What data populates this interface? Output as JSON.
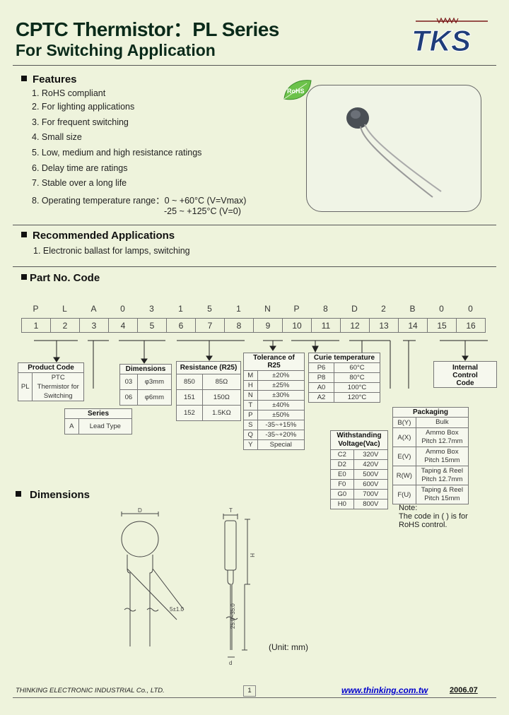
{
  "header": {
    "title": "CPTC Thermistor：PL Series",
    "subtitle": "For Switching Application",
    "logo_text": "TKS"
  },
  "features": {
    "heading": "Features",
    "items": [
      "1.  RoHS compliant",
      "2.  For lighting applications",
      "3.  For frequent switching",
      "4.  Small size",
      "5.  Low, medium and high resistance ratings",
      "6.  Delay time are ratings",
      "7.  Stable over a long life",
      "8.  Operating temperature range：0 ~ +60°C (V=Vmax)"
    ],
    "item8_line2": "-25 ~ +125°C (V=0)",
    "rohs_badge": "RoHS"
  },
  "applications": {
    "heading": "Recommended Applications",
    "items": [
      "1. Electronic ballast for lamps, switching"
    ]
  },
  "partno": {
    "heading": "Part No. Code",
    "letters": [
      "P",
      "L",
      "A",
      "0",
      "3",
      "1",
      "5",
      "1",
      "N",
      "P",
      "8",
      "D",
      "2",
      "B",
      "0",
      "0"
    ],
    "numbers": [
      "1",
      "2",
      "3",
      "4",
      "5",
      "6",
      "7",
      "8",
      "9",
      "10",
      "11",
      "12",
      "13",
      "14",
      "15",
      "16"
    ]
  },
  "product_code": {
    "title": "Product Code",
    "code": "PL",
    "desc1": "PTC",
    "desc2": "Thermistor for",
    "desc3": "Switching"
  },
  "series": {
    "title": "Series",
    "code": "A",
    "desc": "Lead Type"
  },
  "dimensions_tbl": {
    "title": "Dimensions",
    "rows": [
      [
        "03",
        "φ3mm"
      ],
      [
        "06",
        "φ6mm"
      ]
    ]
  },
  "resistance": {
    "title": "Resistance (R25)",
    "rows": [
      [
        "850",
        "85Ω"
      ],
      [
        "151",
        "150Ω"
      ],
      [
        "152",
        "1.5KΩ"
      ]
    ]
  },
  "tolerance": {
    "title": "Tolerance of R25",
    "rows": [
      [
        "M",
        "±20%"
      ],
      [
        "H",
        "±25%"
      ],
      [
        "N",
        "±30%"
      ],
      [
        "T",
        "±40%"
      ],
      [
        "P",
        "±50%"
      ],
      [
        "S",
        "-35~+15%"
      ],
      [
        "Q",
        "-35~+20%"
      ],
      [
        "Y",
        "Special"
      ]
    ]
  },
  "curie": {
    "title": "Curie temperature",
    "rows": [
      [
        "P6",
        "60°C"
      ],
      [
        "P8",
        "80°C"
      ],
      [
        "A0",
        "100°C"
      ],
      [
        "A2",
        "120°C"
      ]
    ]
  },
  "withstanding": {
    "title1": "Withstanding",
    "title2": "Voltage(Vac)",
    "rows": [
      [
        "C2",
        "320V"
      ],
      [
        "D2",
        "420V"
      ],
      [
        "E0",
        "500V"
      ],
      [
        "F0",
        "600V"
      ],
      [
        "G0",
        "700V"
      ],
      [
        "H0",
        "800V"
      ]
    ]
  },
  "packaging": {
    "title": "Packaging",
    "rows": [
      [
        "B(Y)",
        "Bulk",
        ""
      ],
      [
        "A(X)",
        "Ammo Box",
        "Pitch 12.7mm"
      ],
      [
        "E(V)",
        "Ammo Box",
        "Pitch 15mm"
      ],
      [
        "R(W)",
        "Taping & Reel",
        "Pitch 12.7mm"
      ],
      [
        "F(U)",
        "Taping & Reel",
        "Pitch 15mm"
      ]
    ]
  },
  "internal": {
    "line1": "Internal",
    "line2": "Control",
    "line3": "Code"
  },
  "note": {
    "line1": "Note:",
    "line2": "The code in ( ) is for",
    "line3": "RoHS control."
  },
  "dimensions": {
    "heading": "Dimensions",
    "unit": "(Unit: mm)",
    "label_D": "D",
    "label_T": "T",
    "label_H": "H",
    "label_pitch": "5±1.0",
    "label_lead": "25.0~35.0",
    "label_d": "d"
  },
  "footer": {
    "company": "THINKING ELECTRONIC INDUSTRIAL Co., LTD.",
    "page": "1",
    "url": "www.thinking.com.tw",
    "date": "2006.07"
  },
  "colors": {
    "background": "#eef3dc",
    "title": "#0a2a1a",
    "url": "#0000cc"
  }
}
